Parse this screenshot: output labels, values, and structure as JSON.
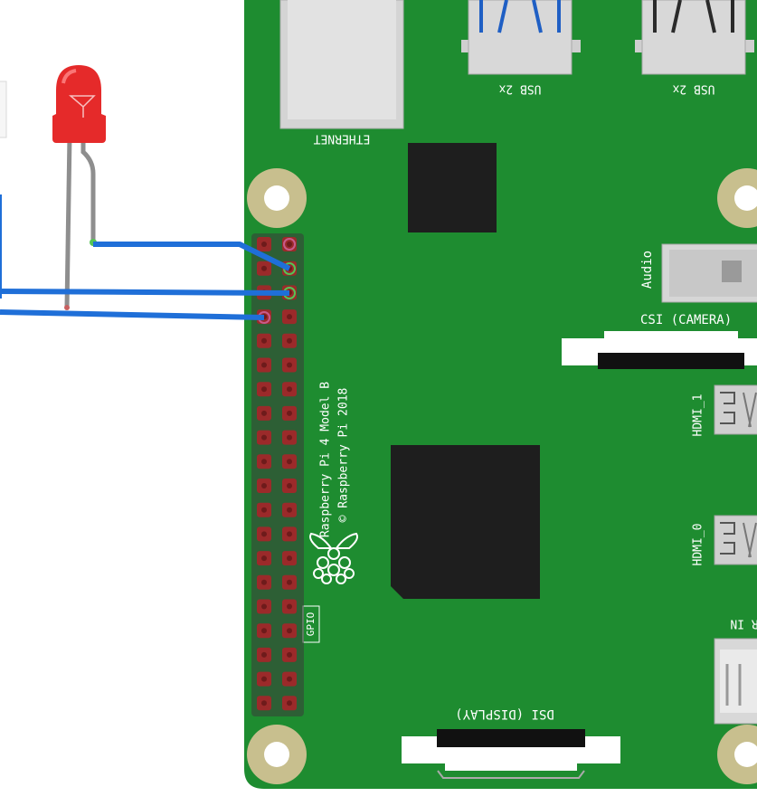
{
  "board": {
    "model_label": "Raspberry Pi 4 Model B",
    "copyright_label": "© Raspberry Pi 2018",
    "gpio_label": "GPIO",
    "color": "#1e8c30",
    "pin_color": "#9b2a2a"
  },
  "connectors": {
    "ethernet_label": "ETHERNET",
    "usb_left_label": "USB 2x",
    "usb_right_label": "USB 2x",
    "audio_label": "Audio",
    "csi_label": "CSI (CAMERA)",
    "hdmi1_label": "HDMI_1",
    "hdmi0_label": "HDMI_0",
    "power_label": "POWER IN",
    "dsi_label": "DSI (DISPLAY)"
  },
  "led": {
    "color": "#e52a2a"
  },
  "wires": {
    "color": "#1f6fd8"
  }
}
